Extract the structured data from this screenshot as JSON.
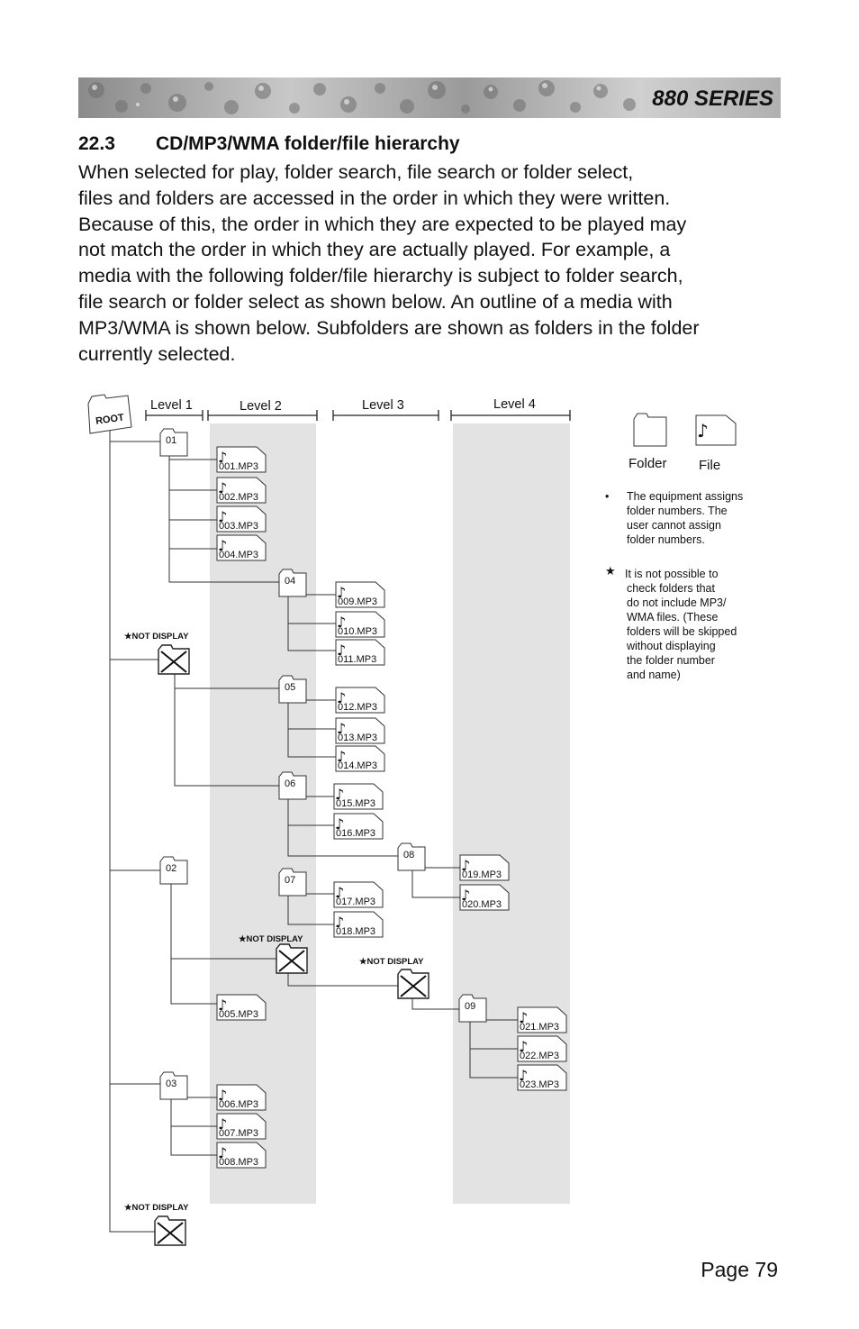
{
  "header": {
    "series_title": "880 SERIES"
  },
  "section": {
    "number": "22.3",
    "title": "CD/MP3/WMA folder/file hierarchy",
    "body_lines": [
      "When selected for play, folder search, file search or folder select,",
      "files and folders are accessed in the order in which they were written.",
      "Because of this, the order in which they are expected to be played may",
      "not match the order in which they are actually played. For example, a",
      "media with the following folder/file hierarchy is subject to folder search,",
      "file search or folder select as shown below. An outline of a media with",
      "MP3/WMA is shown below. Subfolders are shown as folders in the folder",
      "currently selected."
    ]
  },
  "diagram": {
    "root_label": "ROOT",
    "levels": [
      "Level 1",
      "Level 2",
      "Level 3",
      "Level 4"
    ],
    "not_display_label": "NOT DISPLAY",
    "folders": {
      "f01": "01",
      "f02": "02",
      "f03": "03",
      "f04": "04",
      "f05": "05",
      "f06": "06",
      "f07": "07",
      "f08": "08",
      "f09": "09"
    },
    "files": {
      "m001": "001.MP3",
      "m002": "002.MP3",
      "m003": "003.MP3",
      "m004": "004.MP3",
      "m005": "005.MP3",
      "m006": "006.MP3",
      "m007": "007.MP3",
      "m008": "008.MP3",
      "m009": "009.MP3",
      "m010": "010.MP3",
      "m011": "011.MP3",
      "m012": "012.MP3",
      "m013": "013.MP3",
      "m014": "014.MP3",
      "m015": "015.MP3",
      "m016": "016.MP3",
      "m017": "017.MP3",
      "m018": "018.MP3",
      "m019": "019.MP3",
      "m020": "020.MP3",
      "m021": "021.MP3",
      "m022": "022.MP3",
      "m023": "023.MP3"
    }
  },
  "legend": {
    "folder_label": "Folder",
    "file_label": "File",
    "note1_bullet": "•",
    "note1_lines": [
      "The equipment assigns",
      "folder numbers.  The",
      "user cannot assign",
      "folder numbers."
    ],
    "note2_star": "★",
    "note2_lines": [
      "It is not possible to",
      "check folders that",
      "do not include MP3/",
      "WMA files. (These",
      "folders will be skipped",
      "without displaying",
      "the folder number",
      "and name)"
    ]
  },
  "footer": {
    "page_label": "Page 79"
  },
  "colors": {
    "band": "#e3e3e4",
    "line": "#333333",
    "banner_text": "#111111"
  }
}
